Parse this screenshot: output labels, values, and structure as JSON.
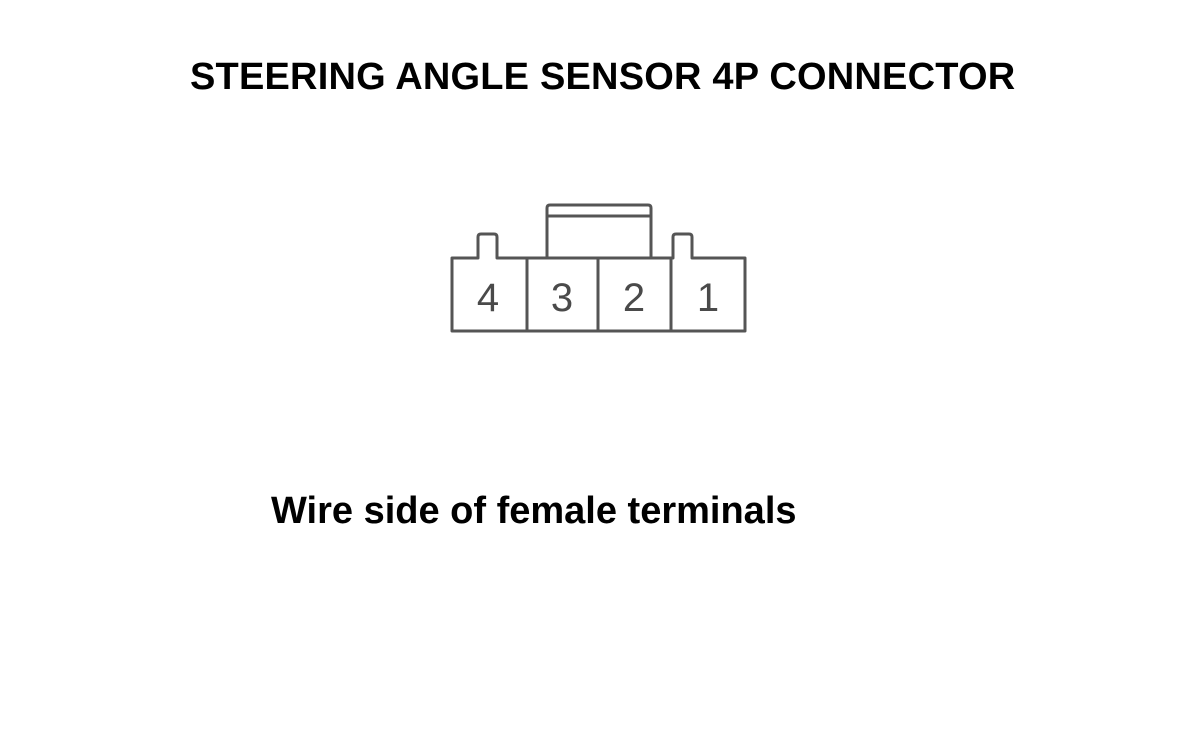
{
  "diagram": {
    "title": "STEERING ANGLE SENSOR 4P CONNECTOR",
    "caption": "Wire side of female terminals",
    "connector": {
      "pins": [
        "4",
        "3",
        "2",
        "1"
      ],
      "outline_color": "#555555",
      "pin_label_color": "#4a4a4a"
    }
  }
}
